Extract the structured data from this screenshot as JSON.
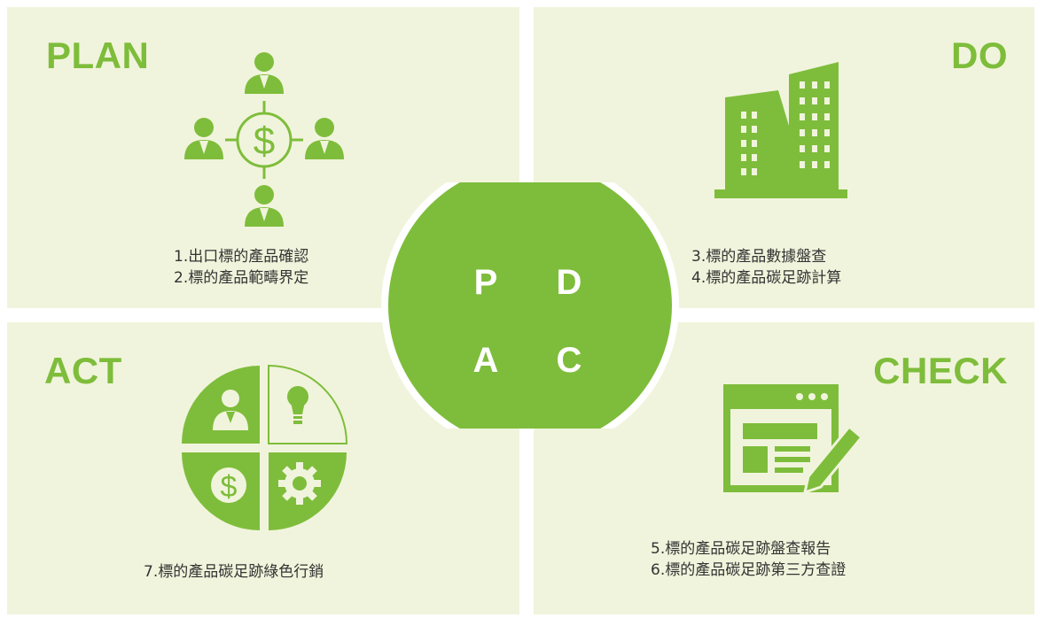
{
  "quadrants": {
    "plan": {
      "title": "PLAN",
      "items": [
        "1.出口標的產品確認",
        "2.標的產品範疇界定"
      ]
    },
    "do": {
      "title": "DO",
      "items": [
        "3.標的產品數據盤查",
        "4.標的產品碳足跡計算"
      ]
    },
    "check": {
      "title": "CHECK",
      "items": [
        "5.標的產品碳足跡盤查報告",
        "6.標的產品碳足跡第三方查證"
      ]
    },
    "act": {
      "title": "ACT",
      "items": [
        "7.標的產品碳足跡綠色行銷"
      ]
    }
  },
  "cycle": {
    "p": "P",
    "d": "D",
    "c": "C",
    "a": "A"
  },
  "icons": {
    "plan": "people-around-dollar-icon",
    "do": "office-buildings-icon",
    "check": "browser-window-edit-icon",
    "act": "quartered-circle-icon"
  },
  "colors": {
    "accent": "#7ebd3b",
    "quadrant_bg": "#f1f4dc",
    "text": "#333333"
  }
}
